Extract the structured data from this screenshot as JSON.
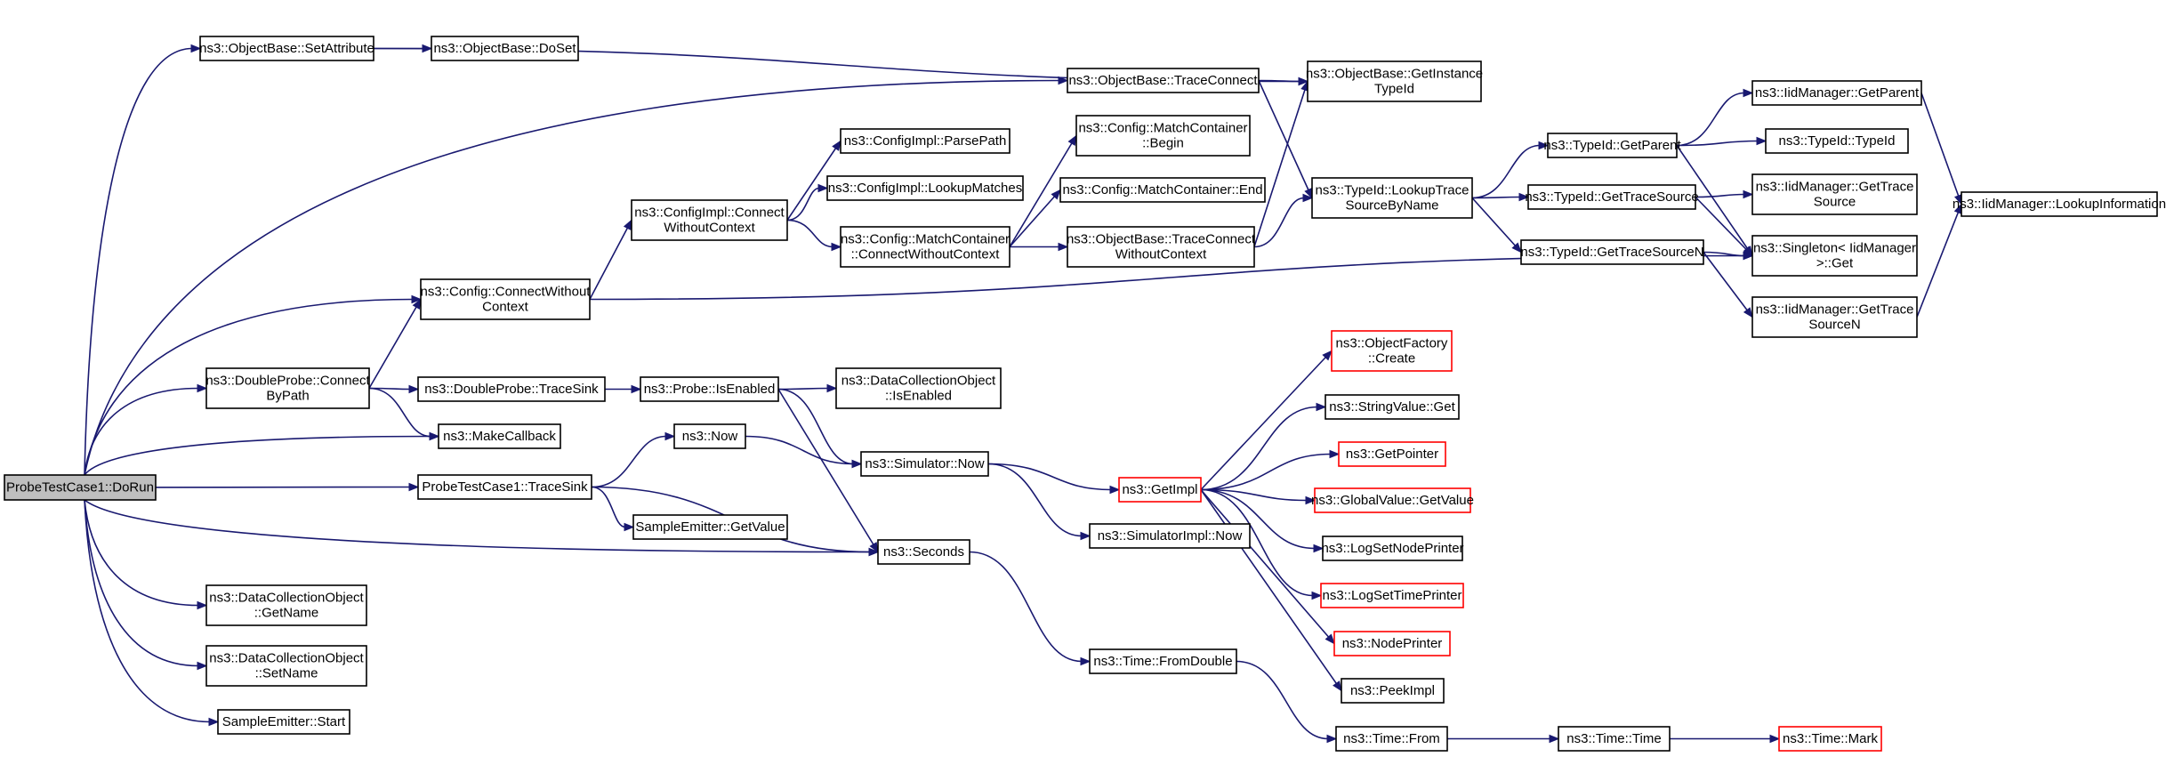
{
  "nodes": [
    {
      "id": "root",
      "lines": [
        "ProbeTestCase1::DoRun"
      ],
      "kind": "root"
    },
    {
      "id": "setattr",
      "lines": [
        "ns3::ObjectBase::SetAttribute"
      ]
    },
    {
      "id": "doset",
      "lines": [
        "ns3::ObjectBase::DoSet"
      ]
    },
    {
      "id": "traceconnect",
      "lines": [
        "ns3::ObjectBase::TraceConnect"
      ]
    },
    {
      "id": "getinstancetypeid",
      "lines": [
        "ns3::ObjectBase::GetInstance",
        "TypeId"
      ]
    },
    {
      "id": "parsepath",
      "lines": [
        "ns3::ConfigImpl::ParsePath"
      ]
    },
    {
      "id": "lookupmatches",
      "lines": [
        "ns3::ConfigImpl::LookupMatches"
      ]
    },
    {
      "id": "configimplconnect",
      "lines": [
        "ns3::ConfigImpl::Connect",
        "WithoutContext"
      ]
    },
    {
      "id": "mcbegin",
      "lines": [
        "ns3::Config::MatchContainer",
        "::Begin"
      ]
    },
    {
      "id": "mcend",
      "lines": [
        "ns3::Config::MatchContainer::End"
      ]
    },
    {
      "id": "mcconnect",
      "lines": [
        "ns3::Config::MatchContainer",
        "::ConnectWithoutContext"
      ]
    },
    {
      "id": "traceconnectwc",
      "lines": [
        "ns3::ObjectBase::TraceConnect",
        "WithoutContext"
      ]
    },
    {
      "id": "lookuptracesource",
      "lines": [
        "ns3::TypeId::LookupTrace",
        "SourceByName"
      ]
    },
    {
      "id": "getparent",
      "lines": [
        "ns3::TypeId::GetParent"
      ]
    },
    {
      "id": "gettracesource",
      "lines": [
        "ns3::TypeId::GetTraceSource"
      ]
    },
    {
      "id": "gettracesourcen",
      "lines": [
        "ns3::TypeId::GetTraceSourceN"
      ]
    },
    {
      "id": "iidgetparent",
      "lines": [
        "ns3::IidManager::GetParent"
      ]
    },
    {
      "id": "typeidctor",
      "lines": [
        "ns3::TypeId::TypeId"
      ]
    },
    {
      "id": "iidgettracesource",
      "lines": [
        "ns3::IidManager::GetTrace",
        "Source"
      ]
    },
    {
      "id": "singletonget",
      "lines": [
        "ns3::Singleton< IidManager",
        ">::Get"
      ]
    },
    {
      "id": "iidgettracesourcen",
      "lines": [
        "ns3::IidManager::GetTrace",
        "SourceN"
      ]
    },
    {
      "id": "lookupinfo",
      "lines": [
        "ns3::IidManager::LookupInformation"
      ]
    },
    {
      "id": "configconnect",
      "lines": [
        "ns3::Config::ConnectWithout",
        "Context"
      ]
    },
    {
      "id": "dpconnect",
      "lines": [
        "ns3::DoubleProbe::Connect",
        "ByPath"
      ]
    },
    {
      "id": "dptracesink",
      "lines": [
        "ns3::DoubleProbe::TraceSink"
      ]
    },
    {
      "id": "probeisenabled",
      "lines": [
        "ns3::Probe::IsEnabled"
      ]
    },
    {
      "id": "dcoisenabled",
      "lines": [
        "ns3::DataCollectionObject",
        "::IsEnabled"
      ]
    },
    {
      "id": "makecallback",
      "lines": [
        "ns3::MakeCallback"
      ]
    },
    {
      "id": "now",
      "lines": [
        "ns3::Now"
      ]
    },
    {
      "id": "simnow",
      "lines": [
        "ns3::Simulator::Now"
      ]
    },
    {
      "id": "ptracesink",
      "lines": [
        "ProbeTestCase1::TraceSink"
      ]
    },
    {
      "id": "segetvalue",
      "lines": [
        "SampleEmitter::GetValue"
      ]
    },
    {
      "id": "seconds",
      "lines": [
        "ns3::Seconds"
      ]
    },
    {
      "id": "getimpl",
      "lines": [
        "ns3::GetImpl"
      ],
      "kind": "trunc"
    },
    {
      "id": "simimplnow",
      "lines": [
        "ns3::SimulatorImpl::Now"
      ]
    },
    {
      "id": "objfactorycreate",
      "lines": [
        "ns3::ObjectFactory",
        "::Create"
      ],
      "kind": "trunc"
    },
    {
      "id": "stringvalueget",
      "lines": [
        "ns3::StringValue::Get"
      ]
    },
    {
      "id": "getpointer",
      "lines": [
        "ns3::GetPointer"
      ],
      "kind": "trunc"
    },
    {
      "id": "globalvaluegetvalue",
      "lines": [
        "ns3::GlobalValue::GetValue"
      ],
      "kind": "trunc"
    },
    {
      "id": "logsetnodeprinter",
      "lines": [
        "ns3::LogSetNodePrinter"
      ]
    },
    {
      "id": "logsettimeprinter",
      "lines": [
        "ns3::LogSetTimePrinter"
      ],
      "kind": "trunc"
    },
    {
      "id": "nodeprinter",
      "lines": [
        "ns3::NodePrinter"
      ],
      "kind": "trunc"
    },
    {
      "id": "peekimpl",
      "lines": [
        "ns3::PeekImpl"
      ]
    },
    {
      "id": "fromdouble",
      "lines": [
        "ns3::Time::FromDouble"
      ]
    },
    {
      "id": "timefrom",
      "lines": [
        "ns3::Time::From"
      ]
    },
    {
      "id": "timetime",
      "lines": [
        "ns3::Time::Time"
      ]
    },
    {
      "id": "timemark",
      "lines": [
        "ns3::Time::Mark"
      ],
      "kind": "trunc"
    },
    {
      "id": "dcogetname",
      "lines": [
        "ns3::DataCollectionObject",
        "::GetName"
      ]
    },
    {
      "id": "dcosetname",
      "lines": [
        "ns3::DataCollectionObject",
        "::SetName"
      ]
    },
    {
      "id": "sestart",
      "lines": [
        "SampleEmitter::Start"
      ]
    }
  ],
  "edges": [
    {
      "from": "root",
      "to": "setattr"
    },
    {
      "from": "root",
      "to": "traceconnect"
    },
    {
      "from": "root",
      "to": "configconnect"
    },
    {
      "from": "root",
      "to": "dpconnect"
    },
    {
      "from": "root",
      "to": "makecallback"
    },
    {
      "from": "root",
      "to": "ptracesink"
    },
    {
      "from": "root",
      "to": "seconds"
    },
    {
      "from": "root",
      "to": "dcogetname"
    },
    {
      "from": "root",
      "to": "dcosetname"
    },
    {
      "from": "root",
      "to": "sestart"
    },
    {
      "from": "setattr",
      "to": "doset"
    },
    {
      "from": "setattr",
      "to": "getinstancetypeid"
    },
    {
      "from": "traceconnect",
      "to": "getinstancetypeid"
    },
    {
      "from": "traceconnect",
      "to": "lookuptracesource"
    },
    {
      "from": "configconnect",
      "to": "configimplconnect"
    },
    {
      "from": "configconnect",
      "to": "singletonget"
    },
    {
      "from": "configimplconnect",
      "to": "parsepath"
    },
    {
      "from": "configimplconnect",
      "to": "lookupmatches"
    },
    {
      "from": "configimplconnect",
      "to": "mcconnect"
    },
    {
      "from": "mcconnect",
      "to": "mcbegin"
    },
    {
      "from": "mcconnect",
      "to": "mcend"
    },
    {
      "from": "mcconnect",
      "to": "traceconnectwc"
    },
    {
      "from": "traceconnectwc",
      "to": "getinstancetypeid"
    },
    {
      "from": "traceconnectwc",
      "to": "lookuptracesource"
    },
    {
      "from": "lookuptracesource",
      "to": "getparent"
    },
    {
      "from": "lookuptracesource",
      "to": "gettracesource"
    },
    {
      "from": "lookuptracesource",
      "to": "gettracesourcen"
    },
    {
      "from": "getparent",
      "to": "iidgetparent"
    },
    {
      "from": "getparent",
      "to": "typeidctor"
    },
    {
      "from": "getparent",
      "to": "singletonget"
    },
    {
      "from": "gettracesource",
      "to": "iidgettracesource"
    },
    {
      "from": "gettracesource",
      "to": "singletonget"
    },
    {
      "from": "gettracesourcen",
      "to": "singletonget"
    },
    {
      "from": "gettracesourcen",
      "to": "iidgettracesourcen"
    },
    {
      "from": "iidgetparent",
      "to": "lookupinfo"
    },
    {
      "from": "iidgettracesourcen",
      "to": "lookupinfo"
    },
    {
      "from": "dpconnect",
      "to": "configconnect"
    },
    {
      "from": "dpconnect",
      "to": "dptracesink"
    },
    {
      "from": "dpconnect",
      "to": "makecallback"
    },
    {
      "from": "dptracesink",
      "to": "probeisenabled"
    },
    {
      "from": "probeisenabled",
      "to": "dcoisenabled"
    },
    {
      "from": "probeisenabled",
      "to": "simnow"
    },
    {
      "from": "probeisenabled",
      "to": "seconds"
    },
    {
      "from": "ptracesink",
      "to": "now"
    },
    {
      "from": "ptracesink",
      "to": "segetvalue"
    },
    {
      "from": "ptracesink",
      "to": "seconds"
    },
    {
      "from": "now",
      "to": "simnow"
    },
    {
      "from": "simnow",
      "to": "getimpl"
    },
    {
      "from": "simnow",
      "to": "simimplnow"
    },
    {
      "from": "getimpl",
      "to": "objfactorycreate"
    },
    {
      "from": "getimpl",
      "to": "stringvalueget"
    },
    {
      "from": "getimpl",
      "to": "getpointer"
    },
    {
      "from": "getimpl",
      "to": "globalvaluegetvalue"
    },
    {
      "from": "getimpl",
      "to": "logsetnodeprinter"
    },
    {
      "from": "getimpl",
      "to": "logsettimeprinter"
    },
    {
      "from": "getimpl",
      "to": "nodeprinter"
    },
    {
      "from": "getimpl",
      "to": "peekimpl"
    },
    {
      "from": "seconds",
      "to": "fromdouble"
    },
    {
      "from": "fromdouble",
      "to": "timefrom"
    },
    {
      "from": "timefrom",
      "to": "timetime"
    },
    {
      "from": "timetime",
      "to": "timemark"
    }
  ],
  "colors": {
    "edge": "#191970",
    "node_border": "#000000",
    "truncated_border": "#ff0000",
    "root_fill": "#bfbfbf",
    "node_fill": "#ffffff"
  }
}
